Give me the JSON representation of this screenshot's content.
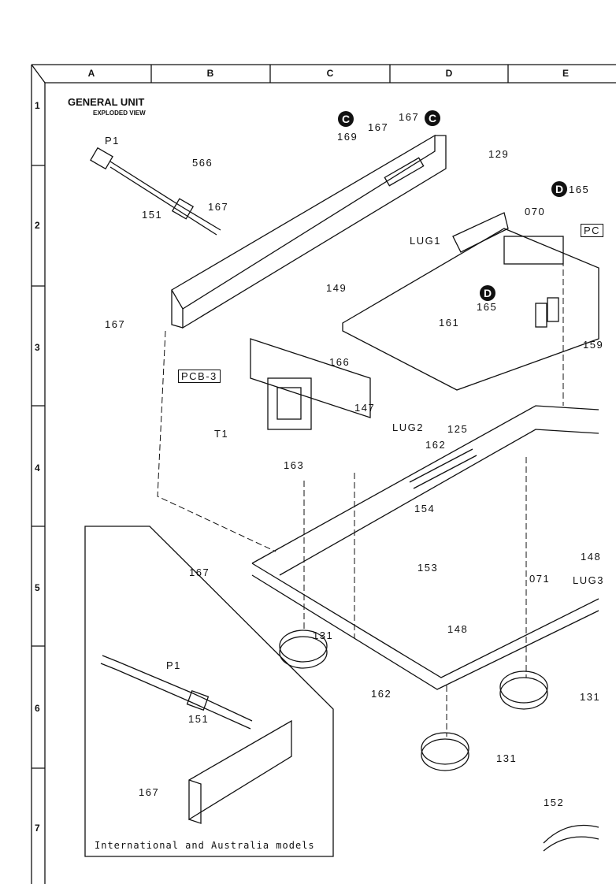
{
  "grid": {
    "columns": [
      "A",
      "B",
      "C",
      "D",
      "E"
    ],
    "rows": [
      "1",
      "2",
      "3",
      "4",
      "5",
      "6",
      "7"
    ]
  },
  "title": "GENERAL UNIT",
  "subtitle": "EXPLODED VIEW",
  "inset_caption": "International and Australia models",
  "callouts": {
    "c": "C",
    "d": "D"
  },
  "parts": [
    "P1",
    "151",
    "566",
    "167",
    "167",
    "169",
    "167",
    "167",
    "129",
    "165",
    "070",
    "PC",
    "LUG1",
    "149",
    "161",
    "165",
    "159",
    "166",
    "PCB-3",
    "T1",
    "147",
    "LUG2",
    "125",
    "162",
    "163",
    "154",
    "167",
    "153",
    "148",
    "071",
    "LUG3",
    "131",
    "148",
    "162",
    "131",
    "131",
    "P1",
    "151",
    "167",
    "152"
  ]
}
